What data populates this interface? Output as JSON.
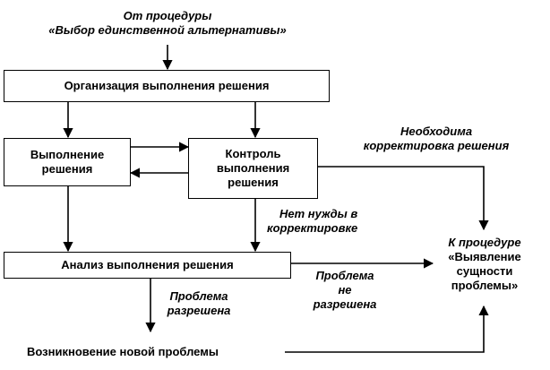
{
  "source": {
    "line1": "От процедуры",
    "line2": "«Выбор единственной альтернативы»"
  },
  "boxes": {
    "organize": "Организация выполнения решения",
    "execute_line1": "Выполнение",
    "execute_line2": "решения",
    "control_line1": "Контроль",
    "control_line2": "выполнения",
    "control_line3": "решения",
    "analysis": "Анализ  выполнения решения"
  },
  "labels": {
    "need_correction_line1": "Необходима",
    "need_correction_line2": "корректировка  решения",
    "no_need_line1": "Нет нужды в",
    "no_need_line2": "корректировке",
    "problem_solved_line1": "Проблема",
    "problem_solved_line2": "разрешена",
    "problem_not_solved_line1": "Проблема",
    "problem_not_solved_line2": "не",
    "problem_not_solved_line3": "разрешена"
  },
  "target": {
    "line1": "К процедуре",
    "line2": "«Выявление",
    "line3": "сущности",
    "line4": "проблемы»"
  },
  "new_problem": "Возникновение новой проблемы"
}
